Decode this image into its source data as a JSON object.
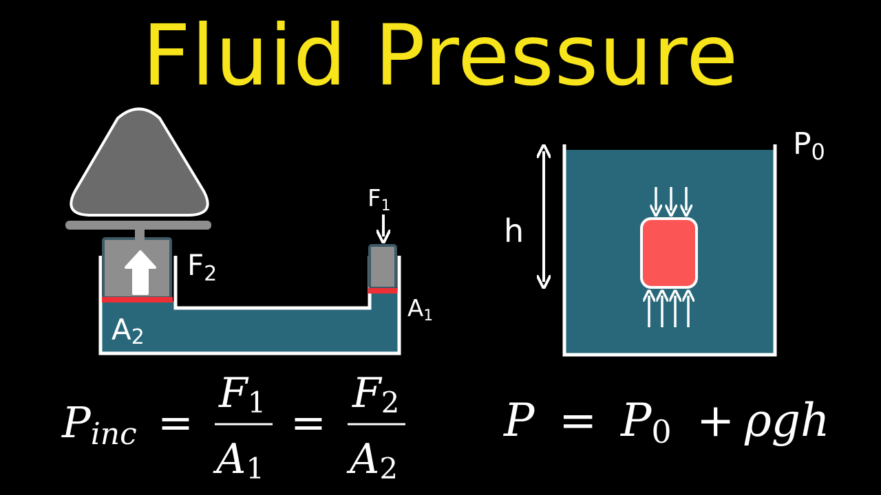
{
  "title": "Fluid Pressure",
  "colors": {
    "background": "#000000",
    "title": "#f7e41b",
    "fluid": "#29687a",
    "piston": "#8e8e8e",
    "weight": "#6b6b6b",
    "seal": "#ee2f35",
    "object": "#fb5655",
    "stroke": "#ffffff"
  },
  "hydraulic_press": {
    "label_f1": "F",
    "label_f1_sub": "1",
    "label_f2": "F",
    "label_f2_sub": "2",
    "label_a1": "A",
    "label_a1_sub": "1",
    "label_a2": "A",
    "label_a2_sub": "2"
  },
  "tank": {
    "label_p0": "P",
    "label_p0_sub": "0",
    "label_h": "h"
  },
  "equations": {
    "left": {
      "lhs": "P",
      "lhs_sub": "inc",
      "eq": "=",
      "frac1_num": "F",
      "frac1_num_sub": "1",
      "frac1_den": "A",
      "frac1_den_sub": "1",
      "frac2_num": "F",
      "frac2_num_sub": "2",
      "frac2_den": "A",
      "frac2_den_sub": "2"
    },
    "right": {
      "p": "P",
      "eq": "=",
      "p0": "P",
      "p0_sub": "0",
      "plus": "+",
      "rho_g_h": "ρgh"
    }
  }
}
